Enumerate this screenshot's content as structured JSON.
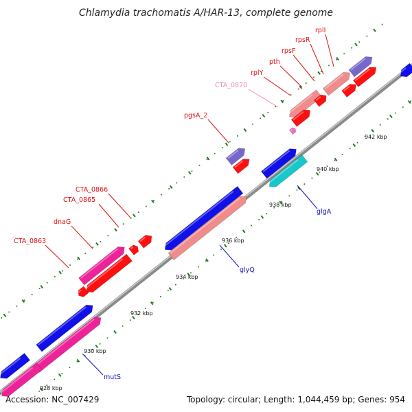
{
  "title": "Chlamydia trachomatis A/HAR-13, complete genome",
  "footer": {
    "accession": "Accession: NC_007429",
    "summary": "Topology: circular; Length: 1,044,459 bp; Genes: 954"
  },
  "colors": {
    "backbone": "#888888",
    "tick": "#1e7a1e",
    "red": "#ff1010",
    "salmon": "#f08c8c",
    "magenta": "#ee2299",
    "blue": "#1010e8",
    "cyan": "#18c8c8",
    "purple": "#7766cc",
    "pink": "#f070c0",
    "label_red": "#e01010",
    "label_blue": "#1010c0",
    "label_pink": "#f090b0"
  },
  "tick_labels": [
    "928 kbp",
    "930 kbp",
    "932 kbp",
    "934 kbp",
    "936 kbp",
    "938 kbp",
    "940 kbp",
    "942 kbp"
  ],
  "gene_labels": [
    {
      "text": "rplI",
      "color": "label_red"
    },
    {
      "text": "rpsR",
      "color": "label_red"
    },
    {
      "text": "rpsF",
      "color": "label_red"
    },
    {
      "text": "pth",
      "color": "label_red"
    },
    {
      "text": "rplY",
      "color": "label_red"
    },
    {
      "text": "CTA_0870",
      "color": "label_pink"
    },
    {
      "text": "pgsA_2",
      "color": "label_red"
    },
    {
      "text": "CTA_0866",
      "color": "label_red"
    },
    {
      "text": "CTA_0865",
      "color": "label_red"
    },
    {
      "text": "dnaG",
      "color": "label_red"
    },
    {
      "text": "CTA_0863",
      "color": "label_red"
    },
    {
      "text": "glgA",
      "color": "label_blue"
    },
    {
      "text": "glyQ",
      "color": "label_blue"
    },
    {
      "text": "mutS",
      "color": "label_blue"
    }
  ]
}
